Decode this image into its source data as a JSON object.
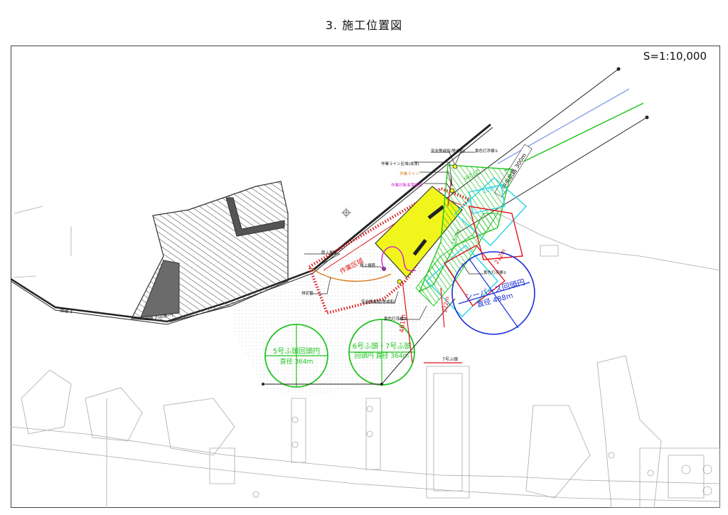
{
  "page": {
    "title": "3. 施工位置図",
    "scale": "S=1:10,000"
  },
  "labels": {
    "safety_boat_1": "安全警戒船(警戒船)",
    "safety_boat_2": "安全警戒船(警戒船)",
    "buoy_1": "黄色灯浮標①",
    "buoy_2": "黄色灯浮標②",
    "buoy_3": "黄色灯浮標③",
    "lay_line": "作業ライン",
    "lay_line_sub": "作業ライン区域(浚渫)",
    "dredge_area": "作業対象浚渫区域",
    "work_area": "作業区域",
    "landing_pier_1": "陸上揚陸",
    "landing_pier_2": "揚上揚陸",
    "discharge_pipe": "排泥管",
    "seaberth_circle": "シーバース回頭円",
    "seaberth_diameter": "直径 488m",
    "berth5_circle": "5号ふ頭回頭円",
    "berth5_diameter": "直径 364m",
    "berth67_circle_a": "6号ふ頭・7号ふ頭",
    "berth67_circle_b": "回頭円 直径 364m",
    "channel": "中央航路 300m",
    "berth7": "7号ふ頭",
    "dim_461": "461m",
    "dim_272": "272m",
    "dim_212": "212m",
    "dim_100": "100m",
    "dim_150": "150m",
    "dim_222": "222m",
    "seawall": "国道 3",
    "land_note": "国道 3 (石巻一)"
  },
  "colors": {
    "hatch": "#555555",
    "red": "#e0161b",
    "green": "#22c422",
    "blue": "#1b2fd6",
    "cyan": "#28d6e6",
    "yellow": "#f2f51c",
    "magenta": "#d020c8",
    "orange": "#d87a1a",
    "gray": "#bcbcbc"
  }
}
